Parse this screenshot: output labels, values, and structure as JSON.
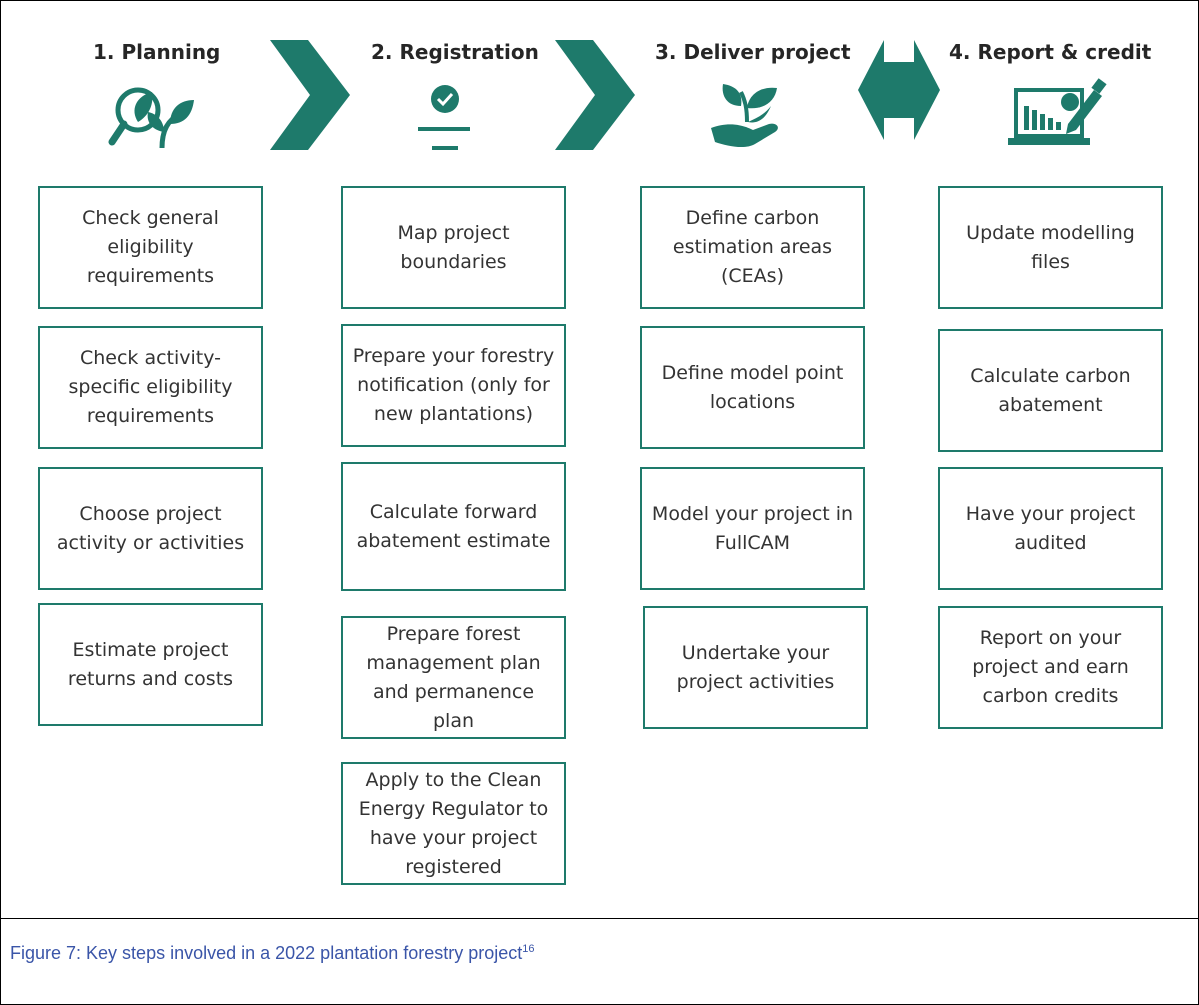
{
  "steps": [
    {
      "heading": "1. Planning",
      "icon": "magnifier-leaf-icon",
      "boxes": [
        "Check general eligibility requirements",
        "Check activity-specific eligibility requirements",
        "Choose project activity or activities",
        "Estimate project returns and costs"
      ]
    },
    {
      "heading": "2. Registration",
      "icon": "checkmark-podium-icon",
      "boxes": [
        "Map project boundaries",
        "Prepare your forestry notification (only for new plantations)",
        "Calculate forward abatement estimate",
        "Prepare forest management plan and permanence plan",
        "Apply to the Clean Energy Regulator to have your project registered"
      ]
    },
    {
      "heading": "3. Deliver project",
      "icon": "hand-plant-icon",
      "boxes": [
        "Define carbon estimation areas (CEAs)",
        "Define model point locations",
        "Model your project in FullCAM",
        "Undertake your project activities"
      ]
    },
    {
      "heading": "4. Report & credit",
      "icon": "laptop-chart-icon",
      "boxes": [
        "Update modelling files",
        "Calculate carbon abatement",
        "Have your project audited",
        "Report on your project and earn carbon credits"
      ]
    }
  ],
  "caption": {
    "text": "Figure 7: Key steps involved in a 2022 plantation forestry project",
    "footnote": "16"
  },
  "colors": {
    "accent": "#1e7a6b",
    "caption": "#3a55a8",
    "border": "#000000"
  }
}
